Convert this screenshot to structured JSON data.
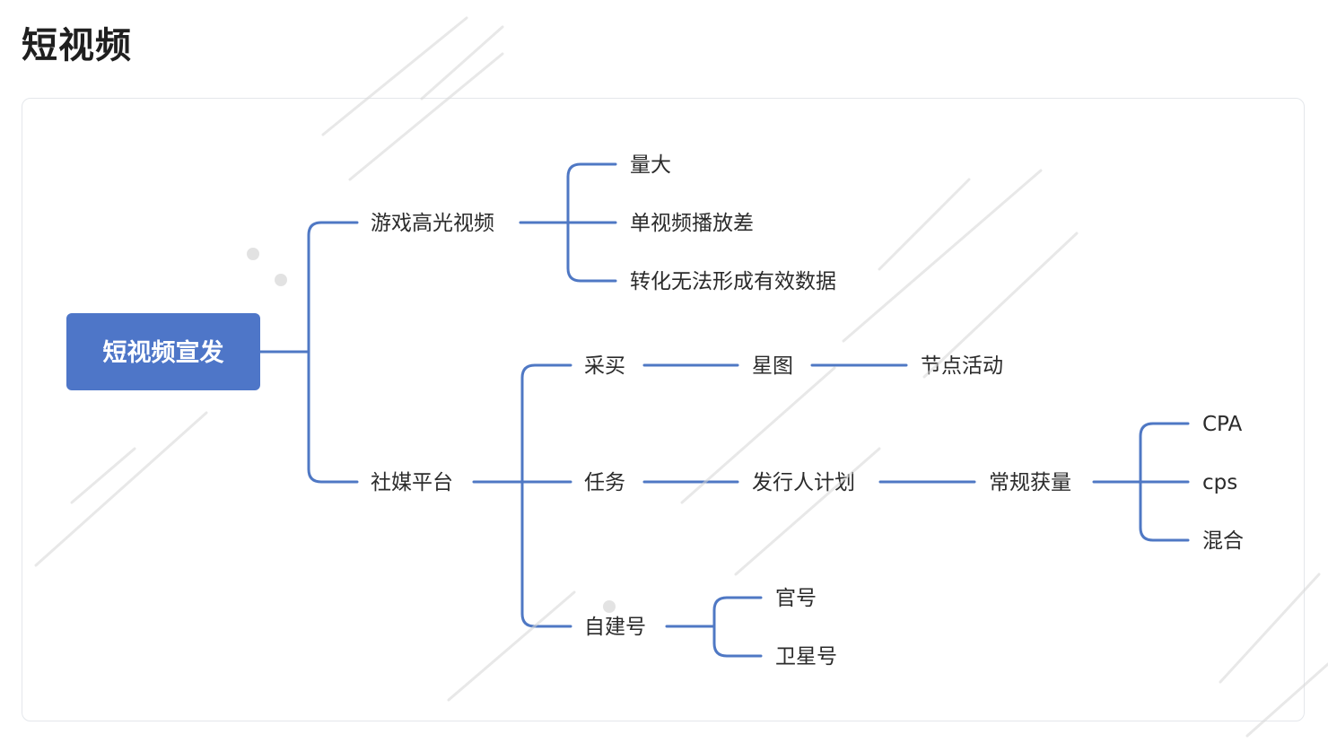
{
  "page_title": "短视频",
  "mindmap": {
    "root": "短视频宣发",
    "nodes": {
      "game_highlight": "游戏高光视频",
      "large_volume": "量大",
      "poor_single_play": "单视频播放差",
      "no_effective_data": "转化无法形成有效数据",
      "social_platform": "社媒平台",
      "purchase": "采买",
      "xingtu": "星图",
      "node_activity": "节点活动",
      "task": "任务",
      "publisher_plan": "发行人计划",
      "regular_acquisition": "常规获量",
      "cpa": "CPA",
      "cps": "cps",
      "mixed": "混合",
      "self_built": "自建号",
      "official_account": "官号",
      "satellite_account": "卫星号"
    }
  },
  "colors": {
    "edge": "#4f78c4",
    "root_fill": "#4e76c8",
    "root_text": "#ffffff",
    "text": "#2b2b2b"
  }
}
